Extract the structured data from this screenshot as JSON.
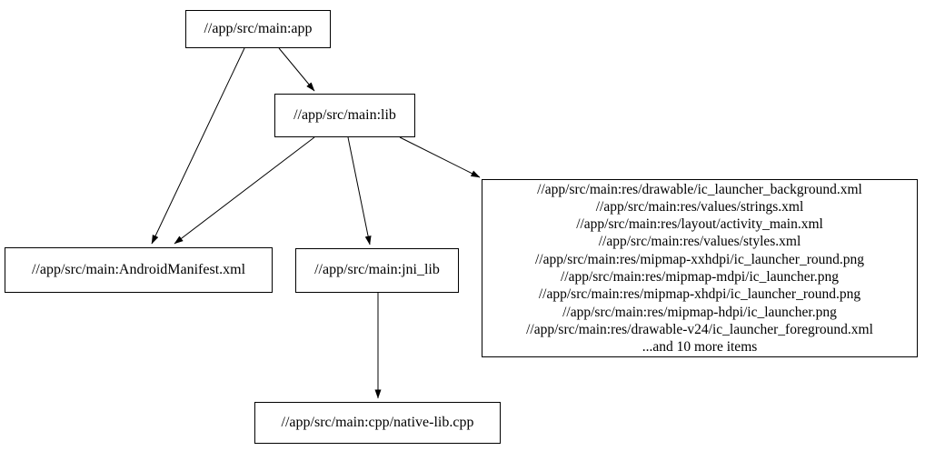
{
  "diagram": {
    "kind": "dependency-graph",
    "background_color": "#ffffff",
    "node_fill_color": "#ffffff",
    "node_border_color": "#000000",
    "edge_color": "#000000",
    "text_color": "#000000"
  },
  "nodes": {
    "app": {
      "label": "//app/src/main:app"
    },
    "lib": {
      "label": "//app/src/main:lib"
    },
    "manifest": {
      "label": "//app/src/main:AndroidManifest.xml"
    },
    "jni_lib": {
      "label": "//app/src/main:jni_lib"
    },
    "resources": {
      "lines": [
        "//app/src/main:res/drawable/ic_launcher_background.xml",
        "//app/src/main:res/values/strings.xml",
        "//app/src/main:res/layout/activity_main.xml",
        "//app/src/main:res/values/styles.xml",
        "//app/src/main:res/mipmap-xxhdpi/ic_launcher_round.png",
        "//app/src/main:res/mipmap-mdpi/ic_launcher.png",
        "//app/src/main:res/mipmap-xhdpi/ic_launcher_round.png",
        "//app/src/main:res/mipmap-hdpi/ic_launcher.png",
        "//app/src/main:res/drawable-v24/ic_launcher_foreground.xml",
        "...and 10 more items"
      ]
    },
    "native_lib": {
      "label": "//app/src/main:cpp/native-lib.cpp"
    }
  },
  "edges": [
    {
      "from": "app",
      "to": "lib"
    },
    {
      "from": "app",
      "to": "manifest"
    },
    {
      "from": "lib",
      "to": "manifest"
    },
    {
      "from": "lib",
      "to": "jni_lib"
    },
    {
      "from": "lib",
      "to": "resources"
    },
    {
      "from": "jni_lib",
      "to": "native_lib"
    }
  ]
}
